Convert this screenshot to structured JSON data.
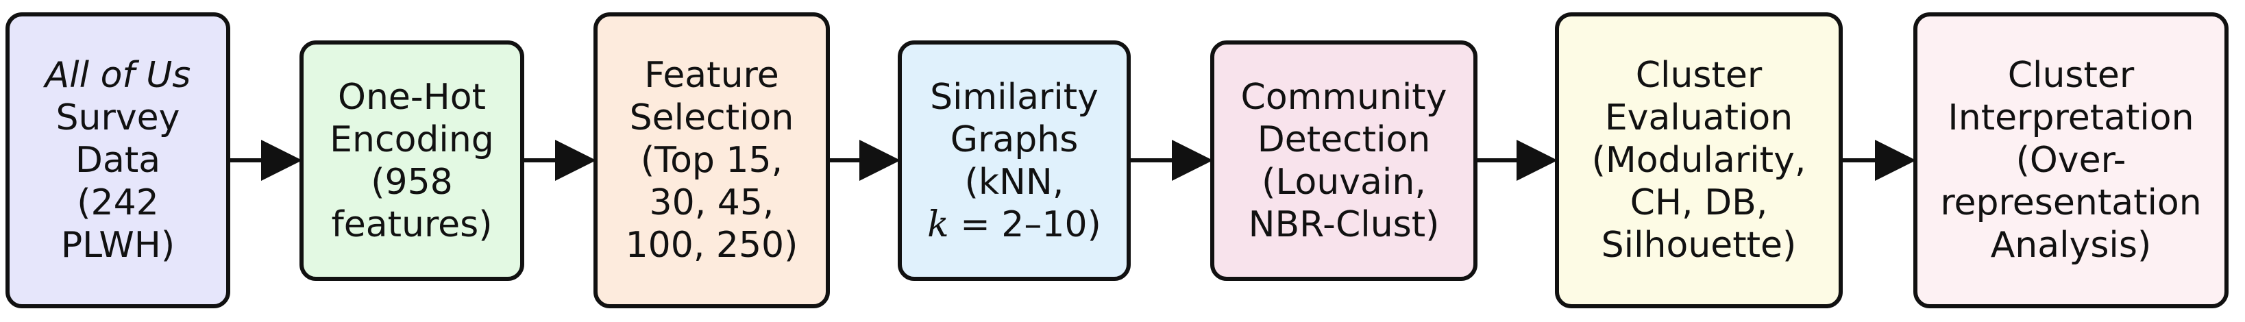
{
  "diagram": {
    "nodes": [
      {
        "id": "survey-data",
        "color": "#E6E6FB",
        "lines": [
          {
            "text": "All of Us",
            "italic": true
          },
          {
            "text": "Survey"
          },
          {
            "text": "Data"
          },
          {
            "text": "(242"
          },
          {
            "text": "PLWH)"
          }
        ]
      },
      {
        "id": "one-hot-encoding",
        "color": "#E3F9E3",
        "lines": [
          {
            "text": "One-Hot"
          },
          {
            "text": "Encoding"
          },
          {
            "text": "(958"
          },
          {
            "text": "features)"
          }
        ]
      },
      {
        "id": "feature-selection",
        "color": "#FDEBDD",
        "lines": [
          {
            "text": "Feature"
          },
          {
            "text": "Selection"
          },
          {
            "text": "(Top 15,"
          },
          {
            "text": "30, 45,"
          },
          {
            "text": "100, 250)"
          }
        ]
      },
      {
        "id": "similarity-graphs",
        "color": "#E0F1FC",
        "lines": [
          {
            "text": "Similarity"
          },
          {
            "text": "Graphs"
          },
          {
            "text": "(kNN,"
          },
          {
            "text": "",
            "parts": [
              {
                "text": "k",
                "math": true
              },
              {
                "text": " = 2–10)"
              }
            ]
          }
        ]
      },
      {
        "id": "community-detection",
        "color": "#F8E3EC",
        "lines": [
          {
            "text": "Community"
          },
          {
            "text": "Detection"
          },
          {
            "text": "(Louvain,"
          },
          {
            "text": "NBR-Clust)"
          }
        ]
      },
      {
        "id": "cluster-evaluation",
        "color": "#FDFBE5",
        "lines": [
          {
            "text": "Cluster"
          },
          {
            "text": "Evaluation"
          },
          {
            "text": "(Modularity,"
          },
          {
            "text": "CH, DB,"
          },
          {
            "text": "Silhouette)"
          }
        ]
      },
      {
        "id": "cluster-interpretation",
        "color": "#FDF1F3",
        "lines": [
          {
            "text": "Cluster"
          },
          {
            "text": "Interpretation"
          },
          {
            "text": "(Over-"
          },
          {
            "text": "representation"
          },
          {
            "text": "Analysis)"
          }
        ]
      }
    ],
    "edges": [
      {
        "from": "survey-data",
        "to": "one-hot-encoding"
      },
      {
        "from": "one-hot-encoding",
        "to": "feature-selection"
      },
      {
        "from": "feature-selection",
        "to": "similarity-graphs"
      },
      {
        "from": "similarity-graphs",
        "to": "community-detection"
      },
      {
        "from": "community-detection",
        "to": "cluster-evaluation"
      },
      {
        "from": "cluster-evaluation",
        "to": "cluster-interpretation"
      }
    ]
  }
}
